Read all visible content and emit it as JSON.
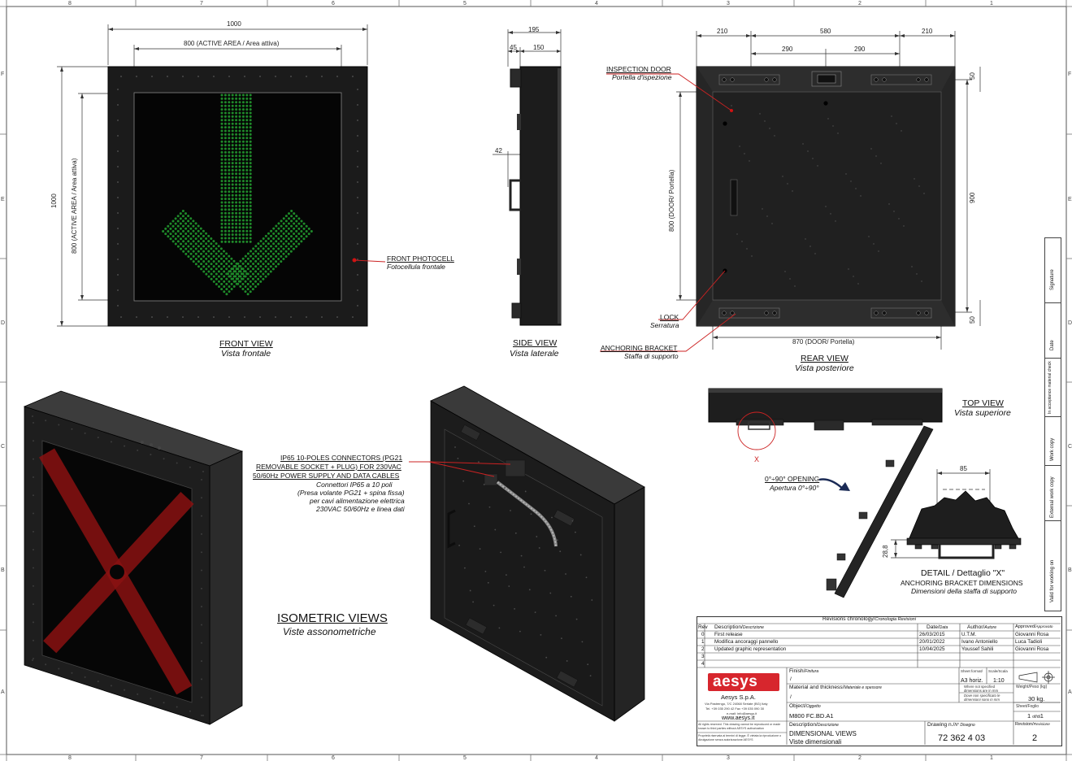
{
  "frame": {
    "col_numbers": [
      "8",
      "7",
      "6",
      "5",
      "4",
      "3",
      "2",
      "1"
    ],
    "row_letters": [
      "F",
      "E",
      "D",
      "C",
      "B",
      "A"
    ]
  },
  "front_view": {
    "dim_width": "1000",
    "dim_active_width": "800 (ACTIVE AREA / Area attiva)",
    "dim_height": "1000",
    "dim_active_height": "800 (ACTIVE AREA / Area attiva)",
    "photocell_label": "FRONT PHOTOCELL",
    "photocell_label_it": "Fotocellula frontale",
    "title": "FRONT VIEW",
    "title_it": "Vista frontale",
    "arrow_color": "#1f8a2a"
  },
  "side_view": {
    "dim_depth": "195",
    "dim_a": "45",
    "dim_b": "150",
    "dim_c": "42",
    "title": "SIDE VIEW",
    "title_it": "Vista laterale"
  },
  "rear_view": {
    "dim_left": "210",
    "dim_mid": "580",
    "dim_right": "210",
    "dim_290a": "290",
    "dim_290b": "290",
    "dim_door_h": "800 (DOOR/ Portella)",
    "dim_900": "900",
    "dim_50a": "50",
    "dim_50b": "50",
    "dim_door_w": "870 (DOOR/ Portella)",
    "inspection": "INSPECTION DOOR",
    "inspection_it": "Portella d'ispezione",
    "lock": "LOCK",
    "lock_it": "Serratura",
    "anchor": "ANCHORING BRACKET",
    "anchor_it": "Staffa di supporto",
    "title": "REAR VIEW",
    "title_it": "Vista posteriore"
  },
  "top_view": {
    "title": "TOP VIEW",
    "title_it": "Vista superiore",
    "marker": "X",
    "opening": "0°÷90° OPENING",
    "opening_it": "Apertura 0°÷90°"
  },
  "detail": {
    "dim_85": "85",
    "dim_28": "28,8",
    "title": "DETAIL / Dettaglio \"X\"",
    "subtitle": "ANCHORING BRACKET DIMENSIONS",
    "subtitle_it": "Dimensioni della staffa di supporto"
  },
  "iso": {
    "connector_lines": [
      "IP65 10-POLES CONNECTORS (PG21",
      "REMOVABLE SOCKET + PLUG) FOR 230VAC",
      "50/60Hz POWER SUPPLY AND DATA CABLES"
    ],
    "connector_lines_it": [
      "Connettori IP65 a 10 poli",
      "(Presa volante PG21 + spina fissa)",
      "per cavi alimentazione elettrica",
      "230VAC 50/60Hz e linea dati"
    ],
    "title": "ISOMETRIC VIEWS",
    "title_it": "Viste assonometriche",
    "cross_color": "#8a1212"
  },
  "side_column": {
    "cells": [
      "Signature",
      "Date",
      "In acceptance material check",
      "Work copy",
      "External work copy",
      "Valid for working on"
    ]
  },
  "title_block": {
    "revisions_header": "Revisions chronology/",
    "revisions_header_it": "Cronologia Revisioni",
    "col_rev": "Rev",
    "col_desc": "Description/",
    "col_desc_it": "Descrizione",
    "col_date": "Date/",
    "col_date_it": "Data",
    "col_author": "Author/",
    "col_author_it": "Autore",
    "col_approved": "Approved/",
    "col_approved_it": "Approvato",
    "revisions": [
      {
        "rev": "0",
        "desc": "First release",
        "date": "26/03/2015",
        "author": "U.T.M.",
        "approved": "Giovanni Rosa"
      },
      {
        "rev": "1",
        "desc": "Modifica ancoraggi pannello",
        "date": "20/01/2022",
        "author": "Ivano Antoniello",
        "approved": "Luca Tadioli"
      },
      {
        "rev": "2",
        "desc": "Updated graphic representation",
        "date": "10/04/2025",
        "author": "Youssef Sahili",
        "approved": "Giovanni Rosa"
      },
      {
        "rev": "3",
        "desc": "",
        "date": "",
        "author": "",
        "approved": ""
      },
      {
        "rev": "4",
        "desc": "",
        "date": "",
        "author": "",
        "approved": ""
      }
    ],
    "logo": "aesys",
    "company": "Aesys S.p.A.",
    "company_addr": "Via Pastrengo, 7/C 24068 Seriate (BG) Italy",
    "company_tel": "Tel. +39 035 290 42 Fax +39 035 090 30",
    "company_email": "e-mail: info@aesys.it",
    "company_web": "www.aesys.it",
    "finish_label": "Finish/",
    "finish_label_it": "Finitura",
    "finish_value": "/",
    "material_label": "Material and thickness/",
    "material_label_it": "Materiale e spessore",
    "material_value": "/",
    "object_label": "Object/",
    "object_label_it": "Oggetto",
    "object_value": "M800 FC.BD.A1",
    "desc_label": "Description/",
    "desc_label_it": "Descrizione",
    "desc_value": "DIMENSIONAL VIEWS",
    "desc_value_it": "Viste dimensionali",
    "drawing_label": "Drawing n./",
    "drawing_label_it": "N° Disegno",
    "drawing_number": "72 362 4 03",
    "revision_label": "Revision/",
    "revision_label_it": "Revisione",
    "revision_value": "2",
    "sheet_format_label": "Sheet format/",
    "sheet_format_value": "A3 horiz.",
    "scale_label": "Scale/Scala",
    "scale_value": "1:10",
    "tolerances": "Where not specified dimensions are in mm",
    "tolerances2": "Dove non specificato le dimensioni sono in mm",
    "weight_label": "Weight/Peso (kg)",
    "weight_value": "30 kg.",
    "sheet_label": "Sheet/Foglio",
    "sheet_value": "1",
    "sheet_of": "of/di",
    "sheet_total": "1",
    "copyright": "All rights reserved. This drawing cannot be reproduced or made known to third parties without AESYS authorization",
    "copyright_it": "Proprietà riservata ai termini di legge. È vietata la riproduzione o divulgazione senza autorizzazione AESYS"
  }
}
